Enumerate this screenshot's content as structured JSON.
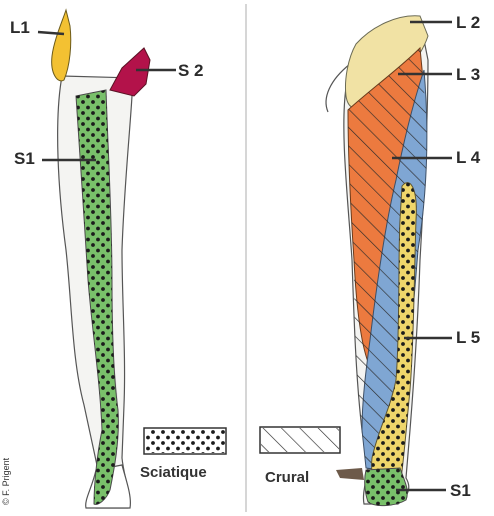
{
  "credit": "© F. Prigent",
  "left_leg": {
    "labels": {
      "l1": "L1",
      "s2": "S 2",
      "s1": "S1"
    }
  },
  "right_leg": {
    "labels": {
      "l2": "L 2",
      "l3": "L 3",
      "l4": "L 4",
      "l5": "L 5",
      "s1": "S1"
    }
  },
  "legend": {
    "sciatique": "Sciatique",
    "crural": "Crural"
  },
  "colors": {
    "l1": "#f3c132",
    "s2": "#b3124a",
    "s1": "#79c06a",
    "l2": "#f1e2a4",
    "l3": "#ec7a3f",
    "l4": "#7fa6d3",
    "l5": "#efd66b",
    "skin": "#f4f4f2",
    "outline": "#555555"
  }
}
